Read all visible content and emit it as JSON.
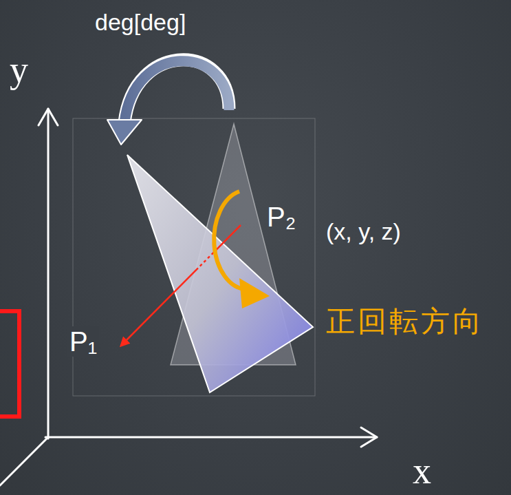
{
  "diagram": {
    "labels": [
      "deg[deg]",
      "y",
      "P₂",
      "(x, y, z)",
      "正回転方向",
      "P₁",
      "x"
    ]
  }
}
